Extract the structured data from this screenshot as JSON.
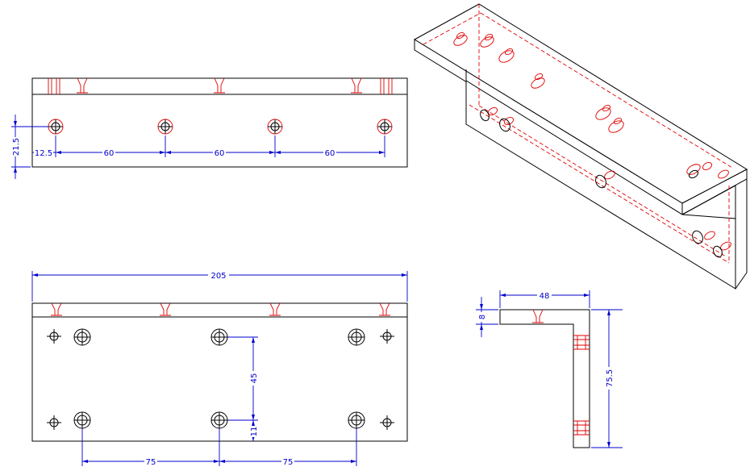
{
  "drawing": {
    "colors": {
      "object": "#000000",
      "hidden": "#e00000",
      "dimension": "#0000cc",
      "background": "#ffffff"
    },
    "dimensions": {
      "top_edge": "12.5",
      "top_pitch_1": "60",
      "top_pitch_2": "60",
      "top_pitch_3": "60",
      "top_height": "21.5",
      "front_length": "205",
      "front_pitch_left": "75",
      "front_pitch_right": "75",
      "front_vertical": "45",
      "front_bottom": "11",
      "side_width": "48",
      "side_thickness": "8",
      "side_height": "75.5"
    }
  }
}
